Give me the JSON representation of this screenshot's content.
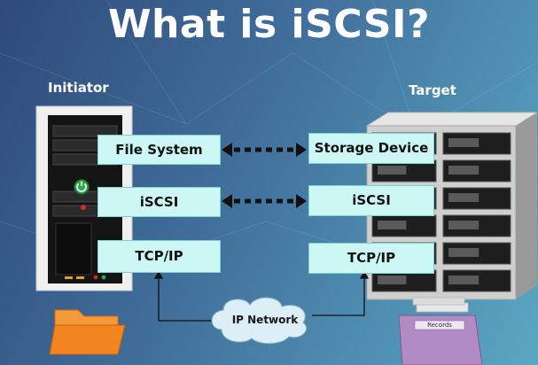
{
  "title": "What is iSCSI?",
  "initiator": {
    "label": "Initiator",
    "layers": [
      "File System",
      "iSCSI",
      "TCP/IP"
    ]
  },
  "target": {
    "label": "Target",
    "layers": [
      "Storage Device",
      "iSCSI",
      "TCP/IP"
    ]
  },
  "network": {
    "label": "IP Network"
  },
  "records": {
    "label": "Records"
  },
  "icons": [
    "server-tower-icon",
    "rack-server-icon",
    "folder-icon",
    "file-box-icon",
    "cloud-icon",
    "power-button-icon"
  ],
  "colors": {
    "box_fill": "#cdf7f4",
    "folder": "#f2851f",
    "power": "#2ea84d"
  }
}
